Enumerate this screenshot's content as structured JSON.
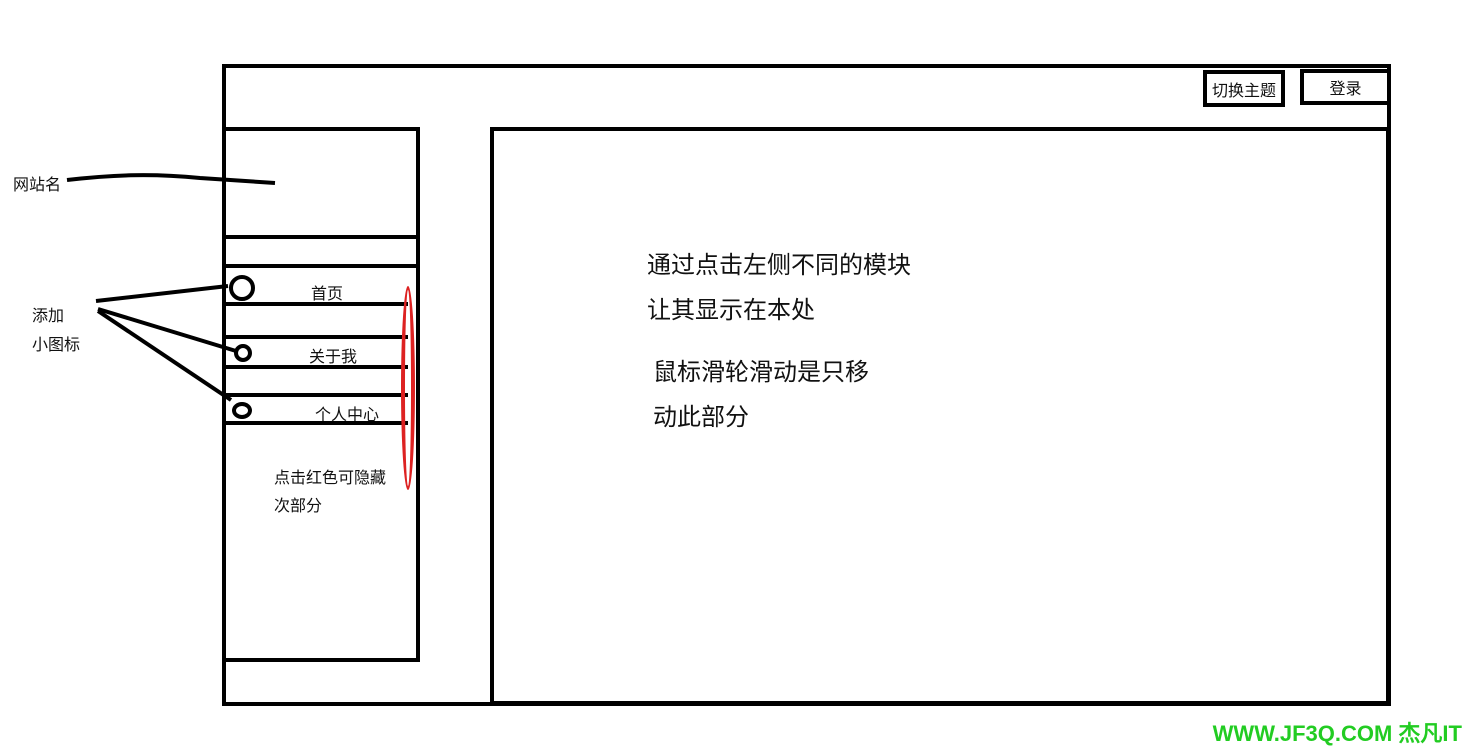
{
  "header": {
    "theme_button": "切换主题",
    "login_button": "登录"
  },
  "sidebar": {
    "nav_items": [
      {
        "label": "首页",
        "icon": "circle-icon"
      },
      {
        "label": "关于我",
        "icon": "circle-icon"
      },
      {
        "label": "个人中心",
        "icon": "circle-icon"
      }
    ],
    "toggle_note": [
      "点击红色可隐藏",
      "次部分"
    ]
  },
  "annotations": {
    "site_name": "网站名",
    "add_icons": [
      "添加",
      "小图标"
    ]
  },
  "main": {
    "lines": [
      "通过点击左侧不同的模块",
      "让其显示在本处",
      "鼠标滑轮滑动是只移",
      "动此部分"
    ]
  },
  "watermark": "WWW.JF3Q.COM 杰凡IT",
  "colors": {
    "toggle": "#dd2222",
    "watermark": "#22cc22"
  }
}
